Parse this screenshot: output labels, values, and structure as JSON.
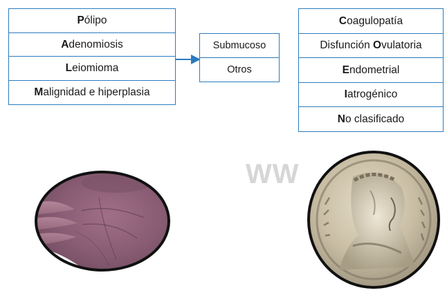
{
  "palm": {
    "items": [
      {
        "initial": "P",
        "rest": "ólipo"
      },
      {
        "initial": "A",
        "rest": "denomiosis"
      },
      {
        "initial": "L",
        "rest": "eiomioma"
      },
      {
        "initial": "M",
        "rest": "alignidad e hiperplasia"
      }
    ]
  },
  "leiomioma_subtypes": {
    "items": [
      "Submucoso",
      "Otros"
    ]
  },
  "coein": {
    "items": [
      {
        "initial": "C",
        "rest": "oagulopatía"
      },
      {
        "pre": "Disfunción ",
        "initial": "O",
        "rest": "vulatoria"
      },
      {
        "initial": "E",
        "rest": "ndometrial"
      },
      {
        "initial": "I",
        "rest": "atrogénico"
      },
      {
        "initial": "N",
        "rest": "o clasificado"
      }
    ]
  },
  "watermark": "WW",
  "colors": {
    "border": "#2b7bbd",
    "arrow": "#2b7bbd",
    "watermark": "#d6d6d6"
  },
  "images": {
    "hand": "palm-of-hand-photo",
    "coin": "roman-coin-photo"
  }
}
